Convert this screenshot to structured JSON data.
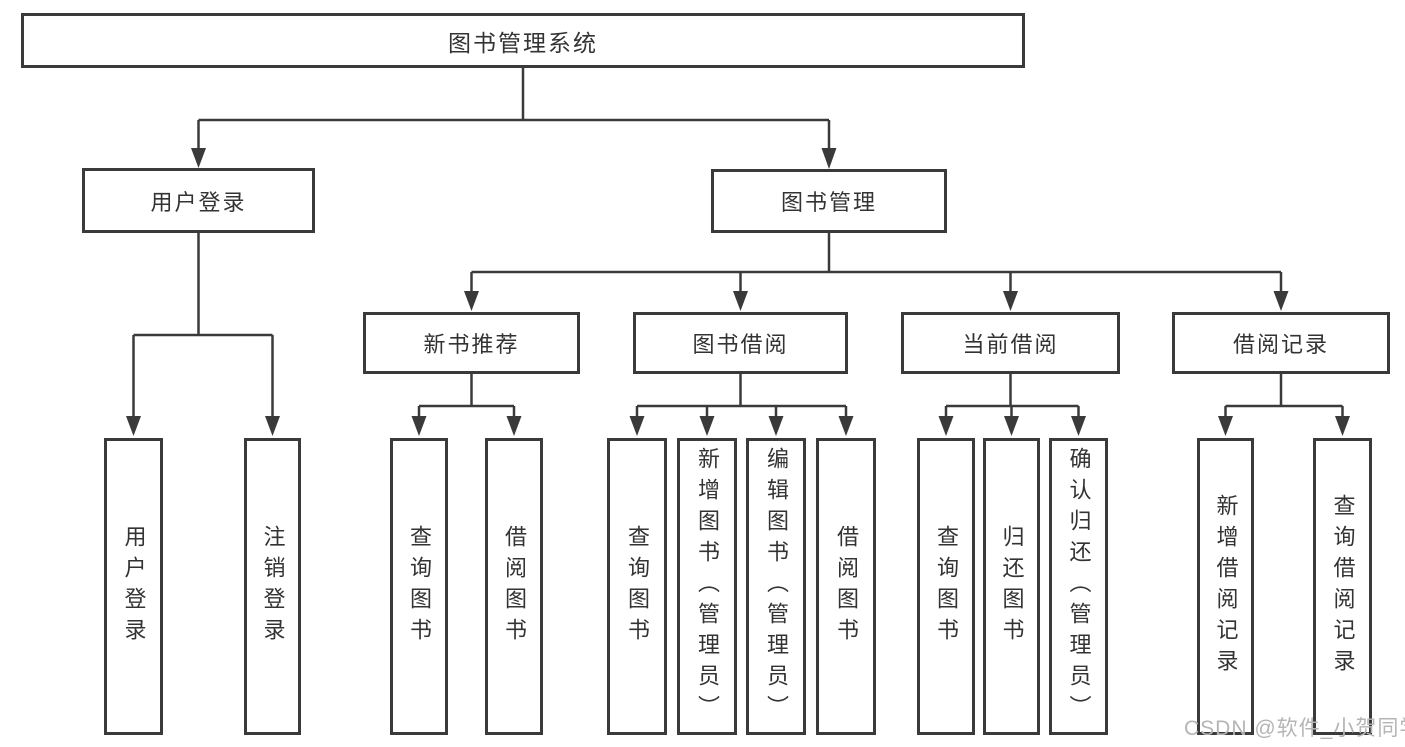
{
  "diagram_title": "图书管理系统",
  "colors": {
    "line": "#3a3a3a",
    "box_border": "#3a3a3a",
    "text": "#333333",
    "watermark": "#b5b5b5",
    "background": "#ffffff"
  },
  "tree": {
    "root": {
      "label": "图书管理系统",
      "children": [
        {
          "label": "用户登录",
          "children": [
            {
              "label": "用户登录"
            },
            {
              "label": "注销登录"
            }
          ]
        },
        {
          "label": "图书管理",
          "children": [
            {
              "label": "新书推荐",
              "children": [
                {
                  "label": "查询图书"
                },
                {
                  "label": "借阅图书"
                }
              ]
            },
            {
              "label": "图书借阅",
              "children": [
                {
                  "label": "查询图书"
                },
                {
                  "label": "新增图书（管理员）"
                },
                {
                  "label": "编辑图书（管理员）"
                },
                {
                  "label": "借阅图书"
                }
              ]
            },
            {
              "label": "当前借阅",
              "children": [
                {
                  "label": "查询图书"
                },
                {
                  "label": "归还图书"
                },
                {
                  "label": "确认归还（管理员）"
                }
              ]
            },
            {
              "label": "借阅记录",
              "children": [
                {
                  "label": "新增借阅记录"
                },
                {
                  "label": "查询借阅记录"
                }
              ]
            }
          ]
        }
      ]
    }
  },
  "watermark": {
    "text": "CSDN @软件_小贺同学"
  }
}
